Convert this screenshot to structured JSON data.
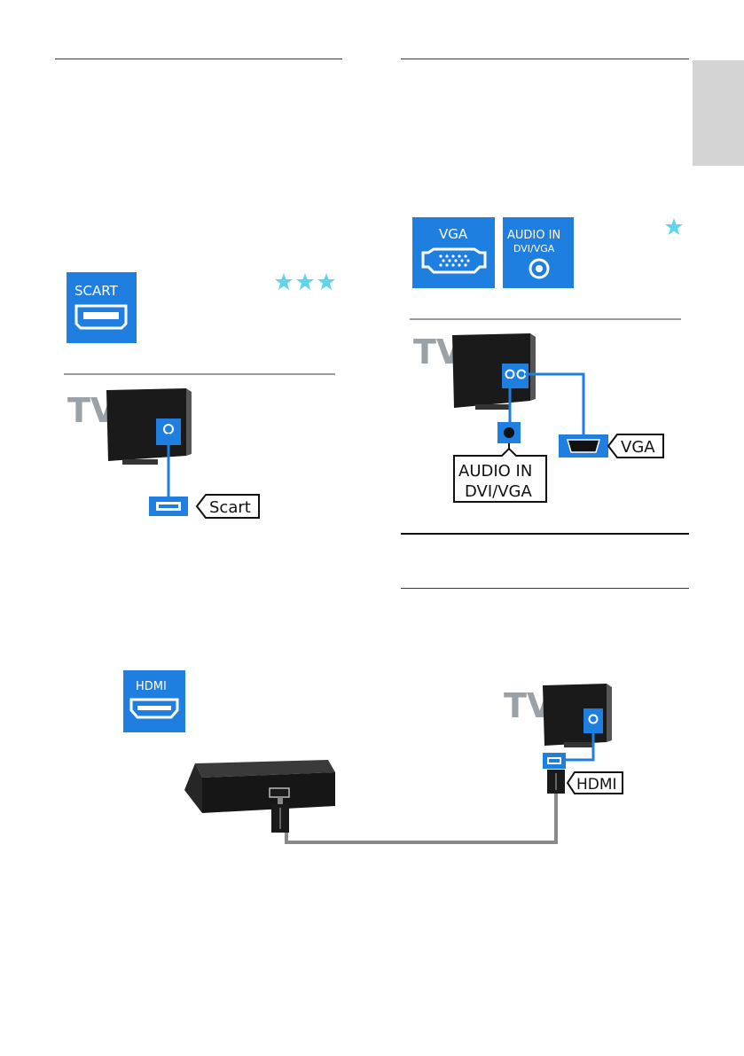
{
  "page": {
    "accent_color": "#1e7fe0",
    "star_color": "#5fd4ec"
  },
  "scart_section": {
    "port_badge": {
      "label": "SCART",
      "icon": "scart-port-icon"
    },
    "rating_stars": 3,
    "diagram": {
      "tv_label": "TV",
      "cable_label": "Scart"
    }
  },
  "vga_section": {
    "port_badges": [
      {
        "label": "VGA",
        "icon": "vga-port-icon"
      },
      {
        "label_line1": "AUDIO IN",
        "label_line2": "DVI/VGA",
        "icon": "audio-jack-icon"
      }
    ],
    "rating_stars": 1,
    "diagram": {
      "tv_label": "TV",
      "audio_label_line1": "AUDIO IN",
      "audio_label_line2": "DVI/VGA",
      "vga_label": "VGA"
    }
  },
  "hdmi_section": {
    "port_badge": {
      "label": "HDMI",
      "icon": "hdmi-port-icon"
    },
    "diagram": {
      "tv_label": "TV",
      "cable_label": "HDMI"
    }
  }
}
